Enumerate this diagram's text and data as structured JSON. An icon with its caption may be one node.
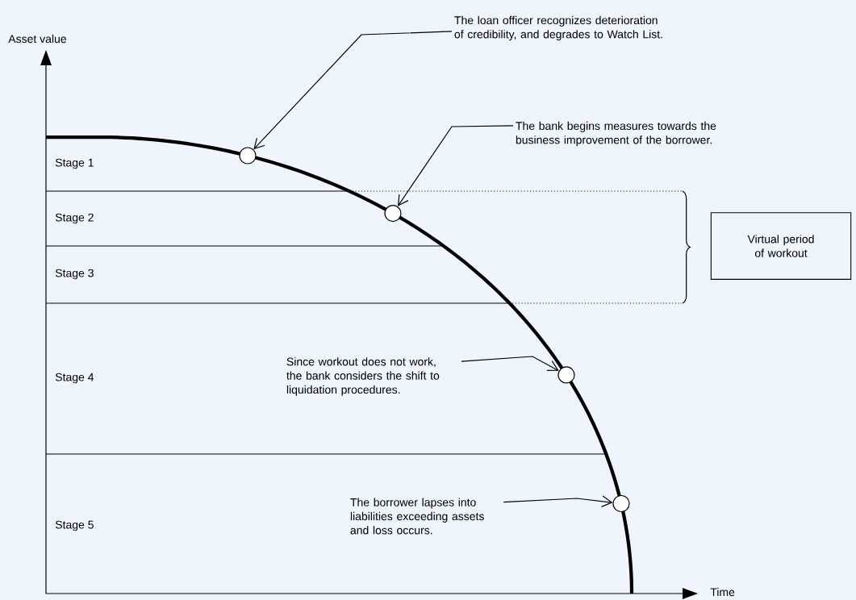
{
  "diagram": {
    "nodes": [
      {
        "text": [
          "The loan officer recognizes deterioration of credibility, and degrades to Watch List."
        ]
      },
      {
        "text": [],
        "shape": "circle"
      },
      {
        "text": [
          "The bank begins measures towards the business improvement of the borrower."
        ]
      },
      {
        "text": [],
        "shape": "circle"
      },
      {
        "text": [
          "Since workout does not work, the bank considers the shift to liquidation procedures."
        ]
      },
      {
        "text": [],
        "shape": "circle"
      },
      {
        "text": [
          "The borrower lapses into liabilities exceeding assets and loss occurs."
        ]
      },
      {
        "text": [],
        "shape": "circle"
      },
      {
        "text": [
          "Virtual period of workout"
        ]
      }
    ],
    "edges": [
      {
        "from": 0,
        "to": 1,
        "arrow": "to"
      },
      {
        "from": 2,
        "to": 3,
        "arrow": "to"
      },
      {
        "from": 4,
        "to": 5,
        "arrow": "to"
      },
      {
        "from": 6,
        "to": 7,
        "arrow": "to"
      }
    ],
    "labels": [
      "Asset value",
      "Stage 1",
      "Stage 2",
      "Stage 3",
      "Stage 4",
      "Stage 5",
      "Time"
    ]
  }
}
